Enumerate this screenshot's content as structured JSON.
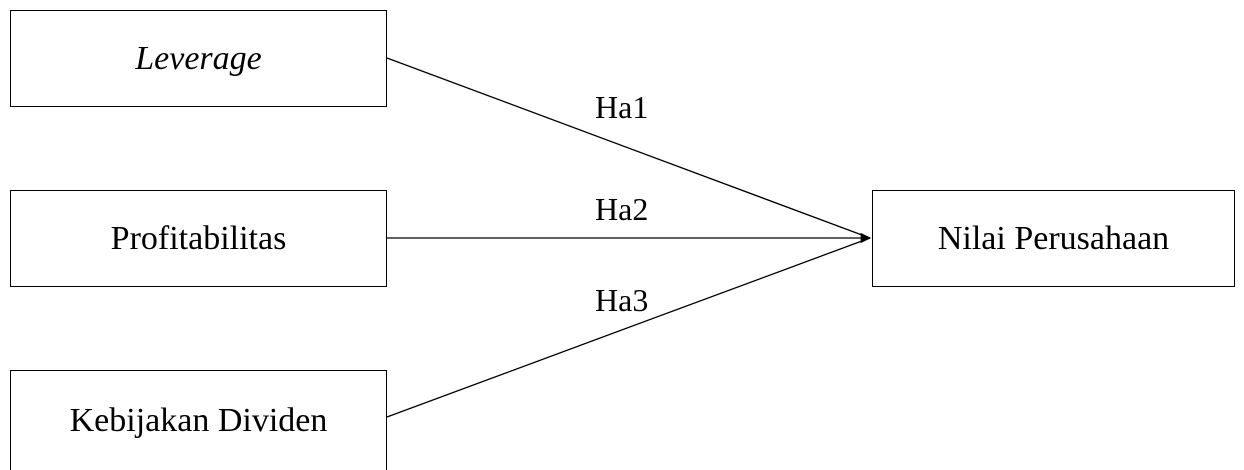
{
  "nodes": {
    "leverage": "Leverage",
    "profitabilitas": "Profitabilitas",
    "kebijakan_dividen": "Kebijakan Dividen",
    "nilai_perusahaan": "Nilai Perusahaan"
  },
  "edges": [
    {
      "from": "leverage",
      "to": "nilai_perusahaan",
      "label": "Ha1"
    },
    {
      "from": "profitabilitas",
      "to": "nilai_perusahaan",
      "label": "Ha2"
    },
    {
      "from": "kebijakan_dividen",
      "to": "nilai_perusahaan",
      "label": "Ha3"
    }
  ]
}
